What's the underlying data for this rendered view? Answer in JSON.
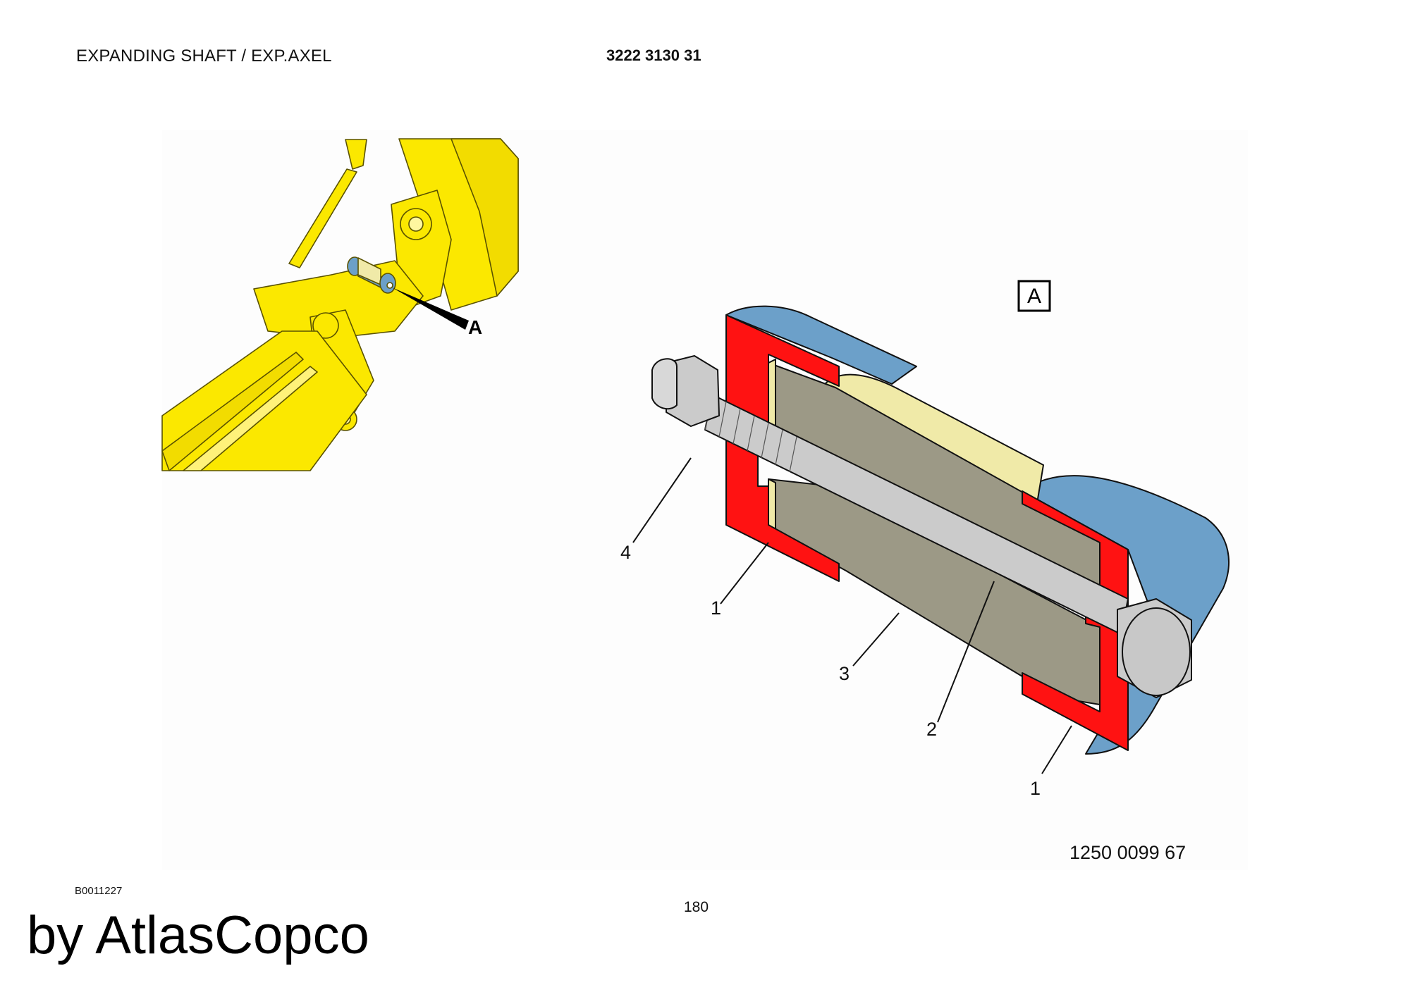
{
  "header": {
    "title": "EXPANDING SHAFT / EXP.AXEL",
    "part_number": "3222 3130 31"
  },
  "overview": {
    "detail_pointer_label": "A"
  },
  "detail": {
    "view_label": "A",
    "drawing_number": "1250 0099 67",
    "callouts": {
      "c4": "4",
      "c1_left": "1",
      "c3": "3",
      "c2": "2",
      "c1_right": "1"
    }
  },
  "footer": {
    "document_code": "B0011227",
    "page_number": "180",
    "brand": "by AtlasCopco"
  },
  "colors": {
    "machine_yellow": "#fbe800",
    "sleeve_blue": "#6ca0c9",
    "bushing_red": "#ff1212",
    "wedge_gray": "#9c9986",
    "core_cream": "#f0eaa8",
    "bolt_gray": "#cbcbcb"
  }
}
